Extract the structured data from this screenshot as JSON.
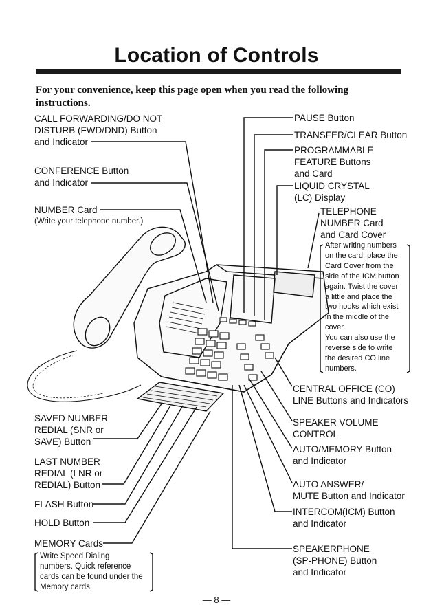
{
  "page": {
    "title": "Location of Controls",
    "intro": "For your convenience, keep this page open when you read the following instructions.",
    "page_number": "— 8 —"
  },
  "left_labels": {
    "fwd_dnd": [
      "CALL FORWARDING/DO NOT",
      "DISTURB (FWD/DND) Button",
      "and Indicator"
    ],
    "conference": [
      "CONFERENCE Button",
      "and Indicator"
    ],
    "number_card": [
      "NUMBER Card",
      "(Write your telephone number.)"
    ],
    "snr": [
      "SAVED NUMBER",
      "REDIAL (SNR or",
      "SAVE) Button"
    ],
    "lnr": [
      "LAST NUMBER",
      "REDIAL (LNR or",
      "REDIAL) Button"
    ],
    "flash": "FLASH Button",
    "hold": "HOLD Button",
    "memory_cards": "MEMORY Cards",
    "memory_note": [
      "Write Speed Dialing",
      "numbers. Quick reference",
      "cards can be found under the",
      "Memory cards."
    ]
  },
  "right_labels": {
    "pause": "PAUSE Button",
    "transfer": "TRANSFER/CLEAR Button",
    "programmable": [
      "PROGRAMMABLE",
      "FEATURE Buttons",
      "and Card"
    ],
    "lcd": [
      "LIQUID CRYSTAL",
      "(LC) Display"
    ],
    "telephone_card": [
      "TELEPHONE",
      "NUMBER Card",
      "and Card Cover"
    ],
    "card_note": [
      "After writing numbers",
      "on the card, place the",
      "Card Cover from the",
      "side of the ICM button",
      "again. Twist the cover",
      "a little and place the",
      "two hooks which exist",
      "in the middle of the",
      "cover.",
      "You can also use the",
      "reverse side to write",
      "the desired CO line",
      "numbers."
    ],
    "co_line": [
      "CENTRAL OFFICE (CO)",
      "LINE Buttons and Indicators"
    ],
    "speaker_volume": [
      "SPEAKER VOLUME",
      "CONTROL"
    ],
    "auto_memory": [
      "AUTO/MEMORY Button",
      "and Indicator"
    ],
    "auto_answer": [
      "AUTO ANSWER/",
      "MUTE Button and Indicator"
    ],
    "intercom": [
      "INTERCOM(ICM) Button",
      "and Indicator"
    ],
    "speakerphone": [
      "SPEAKERPHONE",
      "(SP-PHONE) Button",
      "and Indicator"
    ]
  }
}
